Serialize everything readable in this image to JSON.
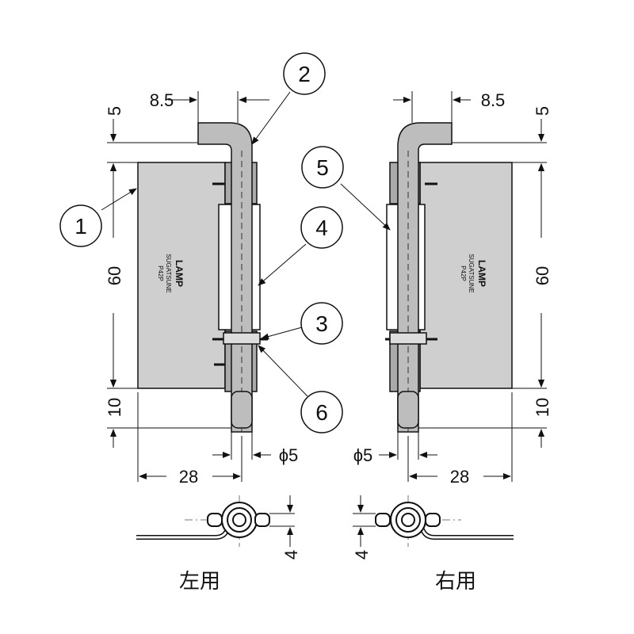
{
  "drawing": {
    "left_view": {
      "dims": {
        "offset": "8.5",
        "top": "5",
        "body": "60",
        "bottom": "10",
        "width": "28",
        "pin_dia": "ϕ5"
      },
      "brand": {
        "logo": "LAMP",
        "maker": "SUGATSUNE",
        "code": "P42P"
      },
      "callouts": [
        "1",
        "2",
        "3",
        "4",
        "6"
      ]
    },
    "right_view": {
      "dims": {
        "offset": "8.5",
        "top": "5",
        "body": "60",
        "bottom": "10",
        "width": "28",
        "pin_dia": "ϕ5"
      },
      "brand": {
        "logo": "LAMP",
        "maker": "SUGATSUNE",
        "code": "P42P"
      },
      "callouts": [
        "5"
      ]
    },
    "bottom": {
      "left_dim": "4",
      "right_dim": "4",
      "left_caption": "左用",
      "right_caption": "右用"
    },
    "colors": {
      "plate": "#cfcfcf",
      "pin": "#bdbdbd",
      "line": "#111111"
    }
  }
}
